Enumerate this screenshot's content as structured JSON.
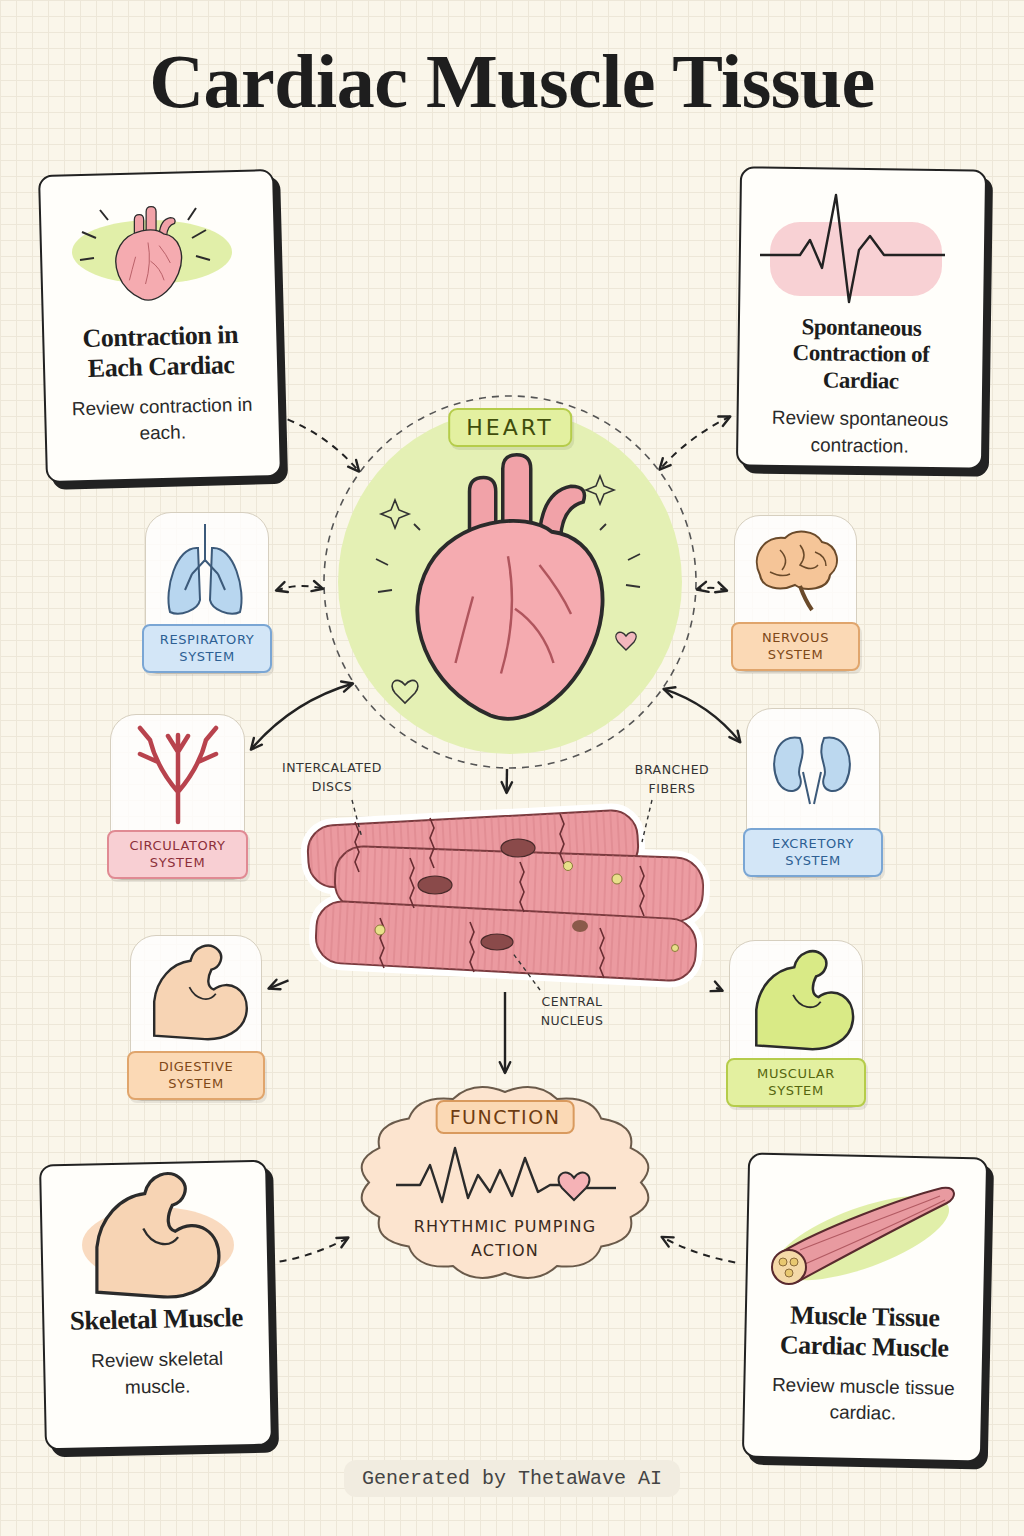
{
  "diagram": {
    "title": "Cardiac Muscle Tissue",
    "nodes": [
      {
        "text": [
          "Contraction in Each Cardiac",
          "Review contraction in each."
        ]
      },
      {
        "text": [
          "Spontaneous Contraction of Cardiac",
          "Review spontaneous contraction."
        ]
      },
      {
        "text": [
          "HEART"
        ]
      },
      {
        "text": [
          "RESPIRATORY SYSTEM"
        ]
      },
      {
        "text": [
          "NERVOUS SYSTEM"
        ]
      },
      {
        "text": [
          "CIRCULATORY SYSTEM"
        ]
      },
      {
        "text": [
          "EXCRETORY SYSTEM"
        ]
      },
      {
        "text": [
          "INTERCALATED DISCS",
          "BRANCHED FIBERS",
          "CENTRAL NUCLEUS"
        ]
      },
      {
        "text": [
          "DIGESTIVE SYSTEM"
        ]
      },
      {
        "text": [
          "MUSCULAR SYSTEM"
        ]
      },
      {
        "text": [
          "FUNCTION",
          "RHYTHMIC PUMPING ACTION"
        ]
      },
      {
        "text": [
          "Skeletal Muscle",
          "Review skeletal muscle."
        ]
      },
      {
        "text": [
          "Muscle Tissue Cardiac Muscle",
          "Review muscle tissue cardiac."
        ]
      }
    ],
    "edges": [
      {
        "from": 0,
        "to": 2,
        "arrow": "to"
      },
      {
        "from": 1,
        "to": 2,
        "arrow": "both"
      },
      {
        "from": 3,
        "to": 2,
        "arrow": "both"
      },
      {
        "from": 4,
        "to": 2,
        "arrow": "both"
      },
      {
        "from": 5,
        "to": 2,
        "arrow": "both"
      },
      {
        "from": 6,
        "to": 2,
        "arrow": "both"
      },
      {
        "from": 2,
        "to": 7,
        "arrow": "to"
      },
      {
        "from": 7,
        "to": 8,
        "arrow": "to"
      },
      {
        "from": 7,
        "to": 9,
        "arrow": "to"
      },
      {
        "from": 7,
        "to": 10,
        "arrow": "to"
      },
      {
        "from": 11,
        "to": 10,
        "arrow": "to"
      },
      {
        "from": 12,
        "to": 10,
        "arrow": "to"
      }
    ],
    "labels": [
      "Generated by ThetaWave AI"
    ]
  }
}
